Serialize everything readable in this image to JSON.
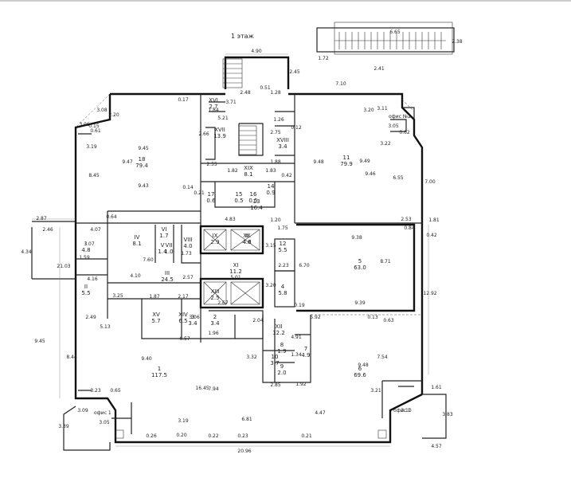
{
  "title": "1 этаж",
  "offices": [
    "офис №2",
    "офис 1",
    "офис 1"
  ],
  "rooms": [
    {
      "num": "1",
      "area": "117.5"
    },
    {
      "num": "2",
      "area": "3.4"
    },
    {
      "num": "3",
      "area": "3.4"
    },
    {
      "num": "4",
      "area": "5.8"
    },
    {
      "num": "5",
      "area": "63.0"
    },
    {
      "num": "6",
      "area": "69.6"
    },
    {
      "num": "7",
      "area": "4.9"
    },
    {
      "num": "8",
      "area": "1.9"
    },
    {
      "num": "9",
      "area": "2.0"
    },
    {
      "num": "10",
      "area": "3.7"
    },
    {
      "num": "11",
      "area": "79.9"
    },
    {
      "num": "12",
      "area": "5.5"
    },
    {
      "num": "13",
      "area": "16.4"
    },
    {
      "num": "14",
      "area": "0.9"
    },
    {
      "num": "15",
      "area": "0.5"
    },
    {
      "num": "16",
      "area": "0.5"
    },
    {
      "num": "17",
      "area": "0.6"
    },
    {
      "num": "18",
      "area": "79.4"
    },
    {
      "num": "I",
      "area": "4.8"
    },
    {
      "num": "II",
      "area": "5.5"
    },
    {
      "num": "III",
      "area": "24.5"
    },
    {
      "num": "IV",
      "area": "8.1"
    },
    {
      "num": "V",
      "area": "1.4"
    },
    {
      "num": "VI",
      "area": "1.7"
    },
    {
      "num": "VII",
      "area": "1.0"
    },
    {
      "num": "VIII",
      "area": "4.0"
    },
    {
      "num": "IX",
      "area": "2.9"
    },
    {
      "num": "X",
      "area": "4.6"
    },
    {
      "num": "XI",
      "area": "11.2"
    },
    {
      "num": "XII",
      "area": "12.2"
    },
    {
      "num": "XIII",
      "area": "2.5"
    },
    {
      "num": "XIV",
      "area": "6.5"
    },
    {
      "num": "XV",
      "area": "5.7"
    },
    {
      "num": "XVI",
      "area": "2.7"
    },
    {
      "num": "XVII",
      "area": "13.9"
    },
    {
      "num": "XVIII",
      "area": "3.4"
    },
    {
      "num": "XIX",
      "area": "8.1"
    },
    {
      "num": "XX",
      "area": "4.8"
    }
  ],
  "dimensions": [
    "6.65",
    "1.72",
    "2.38",
    "4.90",
    "2.45",
    "7.10",
    "2.41",
    "3.08",
    "2.20",
    "0.17",
    "2.48",
    "3.71",
    "1.28",
    "0.51",
    "1.84",
    "5.21",
    "1.26",
    "3.20",
    "3.11",
    "3.06",
    "0.15",
    "0.61",
    "2.66",
    "2.75",
    "0.12",
    "3.05",
    "0.62",
    "3.22",
    "3.19",
    "9.45",
    "9.47",
    "9.48",
    "9.49",
    "8.45",
    "9.43",
    "9.46",
    "6.55",
    "7.00",
    "2.55",
    "1.82",
    "1.83",
    "1.88",
    "0.42",
    "0.14",
    "0.21",
    "2.87",
    "2.46",
    "4.34",
    "4.83",
    "2.53",
    "1.81",
    "0.42",
    "0.64",
    "4.07",
    "1.20",
    "1.75",
    "9.38",
    "6.70",
    "8.71",
    "0.84",
    "3.07",
    "1.59",
    "21.03",
    "7.60",
    "3.15",
    "2.23",
    "1.73",
    "4.10",
    "4.16",
    "2.57",
    "5.01",
    "3.20",
    "9.39",
    "12.92",
    "3.25",
    "1.87",
    "2.17",
    "2.67",
    "0.19",
    "5.92",
    "0.13",
    "0.63",
    "2.49",
    "5.13",
    "6.57",
    "1.96",
    "3.06",
    "2.04",
    "4.91",
    "9.45",
    "8.44",
    "9.40",
    "7.94",
    "3.32",
    "1.34",
    "1.92",
    "7.54",
    "9.48",
    "3.23",
    "0.65",
    "16.45",
    "2.85",
    "3.21",
    "1.61",
    "3.09",
    "3.05",
    "3.19",
    "6.81",
    "4.47",
    "3.10",
    "3.83",
    "3.39",
    "0.20",
    "0.22",
    "0.23",
    "0.21",
    "0.26",
    "20.96",
    "4.57"
  ]
}
